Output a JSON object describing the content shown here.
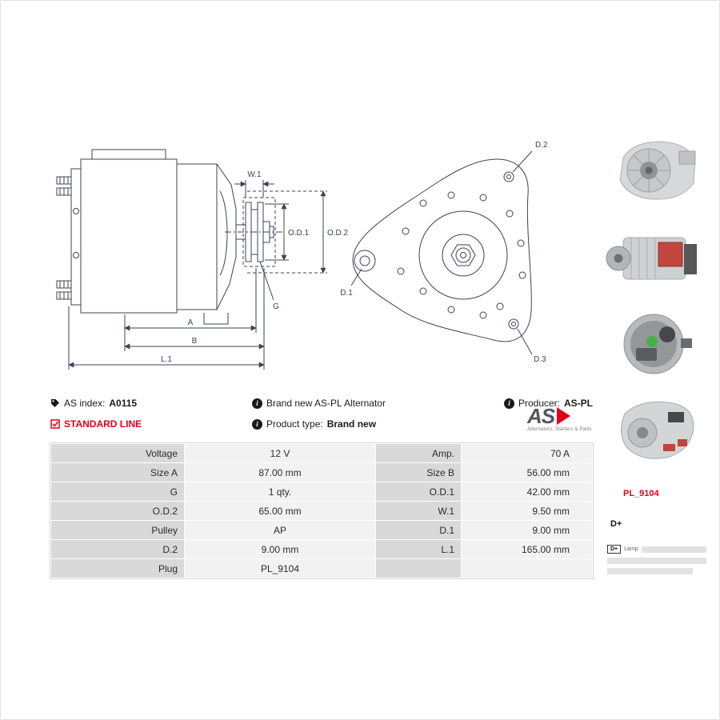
{
  "info": {
    "as_index_label": "AS index:",
    "as_index_value": "A0115",
    "brand_new": "Brand new AS-PL Alternator",
    "producer_label": "Producer:",
    "producer_value": "AS-PL",
    "standard_line": "STANDARD LINE",
    "product_type_label": "Product type:",
    "product_type_value": "Brand new"
  },
  "icons": {
    "info_glyph": "i"
  },
  "logo": {
    "text": "AS",
    "tagline": "Alternators, Starters & Parts"
  },
  "diagram": {
    "labels": {
      "w1": "W.1",
      "od1": "O.D.1",
      "od2": "O.D.2",
      "g": "G",
      "a": "A",
      "b": "B",
      "l1": "L.1",
      "d1": "D.1",
      "d2": "D.2",
      "d3": "D.3"
    }
  },
  "table": {
    "rows": [
      {
        "l1": "Voltage",
        "v1": "12 V",
        "l2": "Amp.",
        "v2": "70 A"
      },
      {
        "l1": "Size A",
        "v1": "87.00 mm",
        "l2": "Size B",
        "v2": "56.00 mm"
      },
      {
        "l1": "G",
        "v1": "1 qty.",
        "l2": "O.D.1",
        "v2": "42.00 mm"
      },
      {
        "l1": "O.D.2",
        "v1": "65.00 mm",
        "l2": "W.1",
        "v2": "9.50 mm"
      },
      {
        "l1": "Pulley",
        "v1": "AP",
        "l2": "D.1",
        "v2": "9.00 mm"
      },
      {
        "l1": "D.2",
        "v1": "9.00 mm",
        "l2": "L.1",
        "v2": "165.00 mm"
      },
      {
        "l1": "Plug",
        "v1": "PL_9104",
        "l2": "",
        "v2": ""
      }
    ]
  },
  "sidebar": {
    "plug_code": "PL_9104",
    "terminal": "D+",
    "connector_pin": "D+",
    "connector_lamp": "Lamp"
  },
  "colors": {
    "accent_red": "#e2001a",
    "table_label_bg": "#d9d9d9",
    "drawing_stroke": "#3b4356"
  }
}
